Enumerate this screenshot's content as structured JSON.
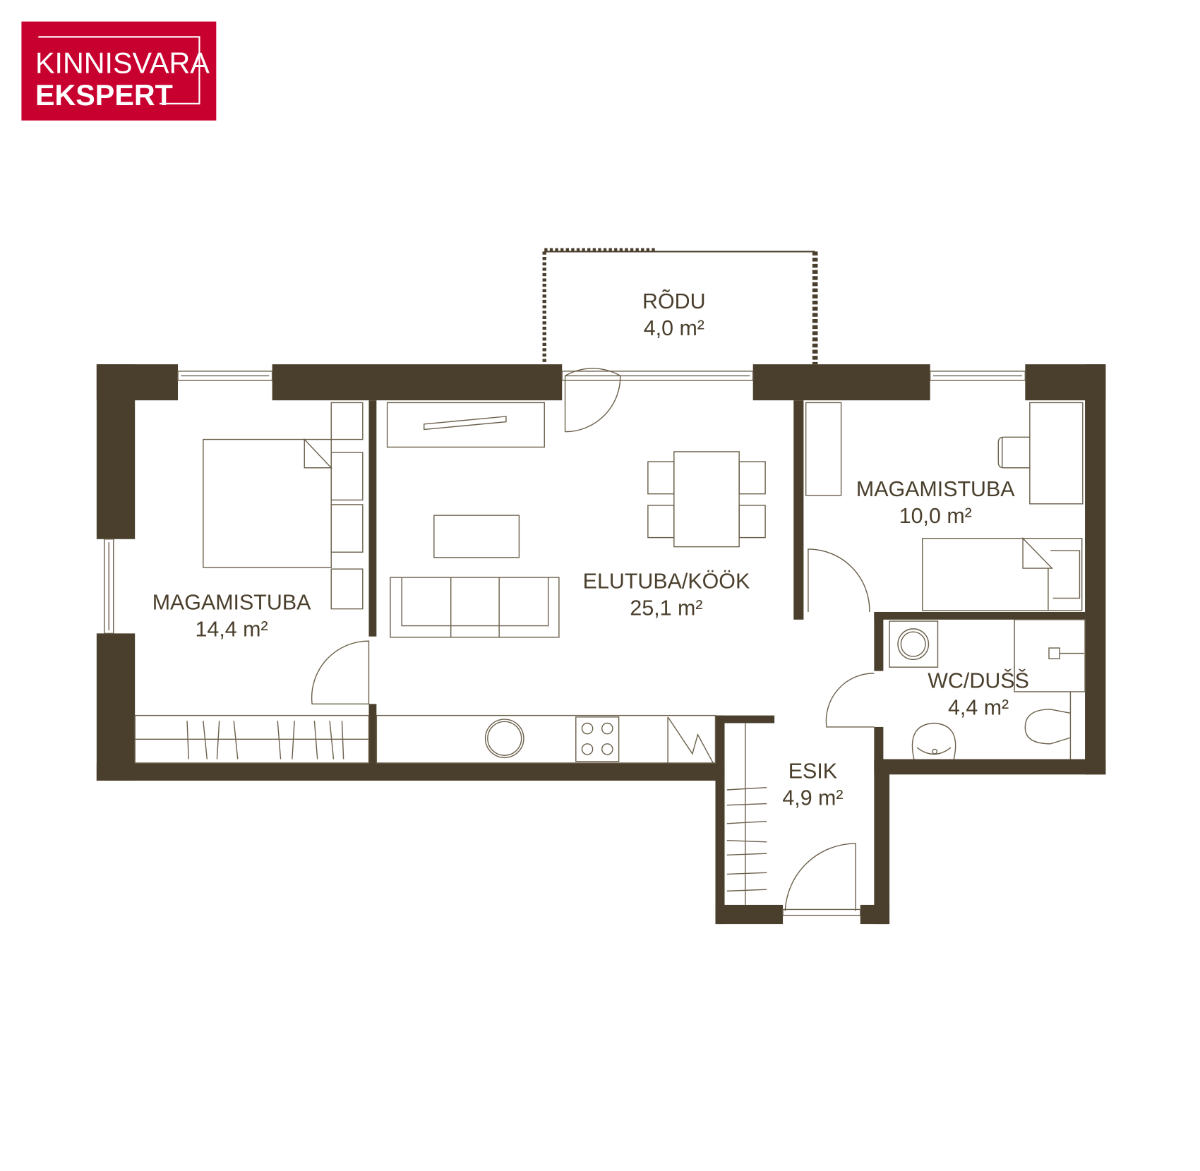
{
  "logo": {
    "line1": "KINNISVARA",
    "line2": "EKSPERT",
    "color": "#c8002f"
  },
  "wall_color": "#4a3f2c",
  "rooms": [
    {
      "name": "RÕDU",
      "area": "4,0 m²"
    },
    {
      "name": "MAGAMISTUBA",
      "area": "14,4 m²"
    },
    {
      "name": "ELUTUBA/KÖÖK",
      "area": "25,1 m²"
    },
    {
      "name": "MAGAMISTUBA",
      "area": "10,0 m²"
    },
    {
      "name": "WC/DUŠŠ",
      "area": "4,4 m²"
    },
    {
      "name": "ESIK",
      "area": "4,9 m²"
    }
  ]
}
